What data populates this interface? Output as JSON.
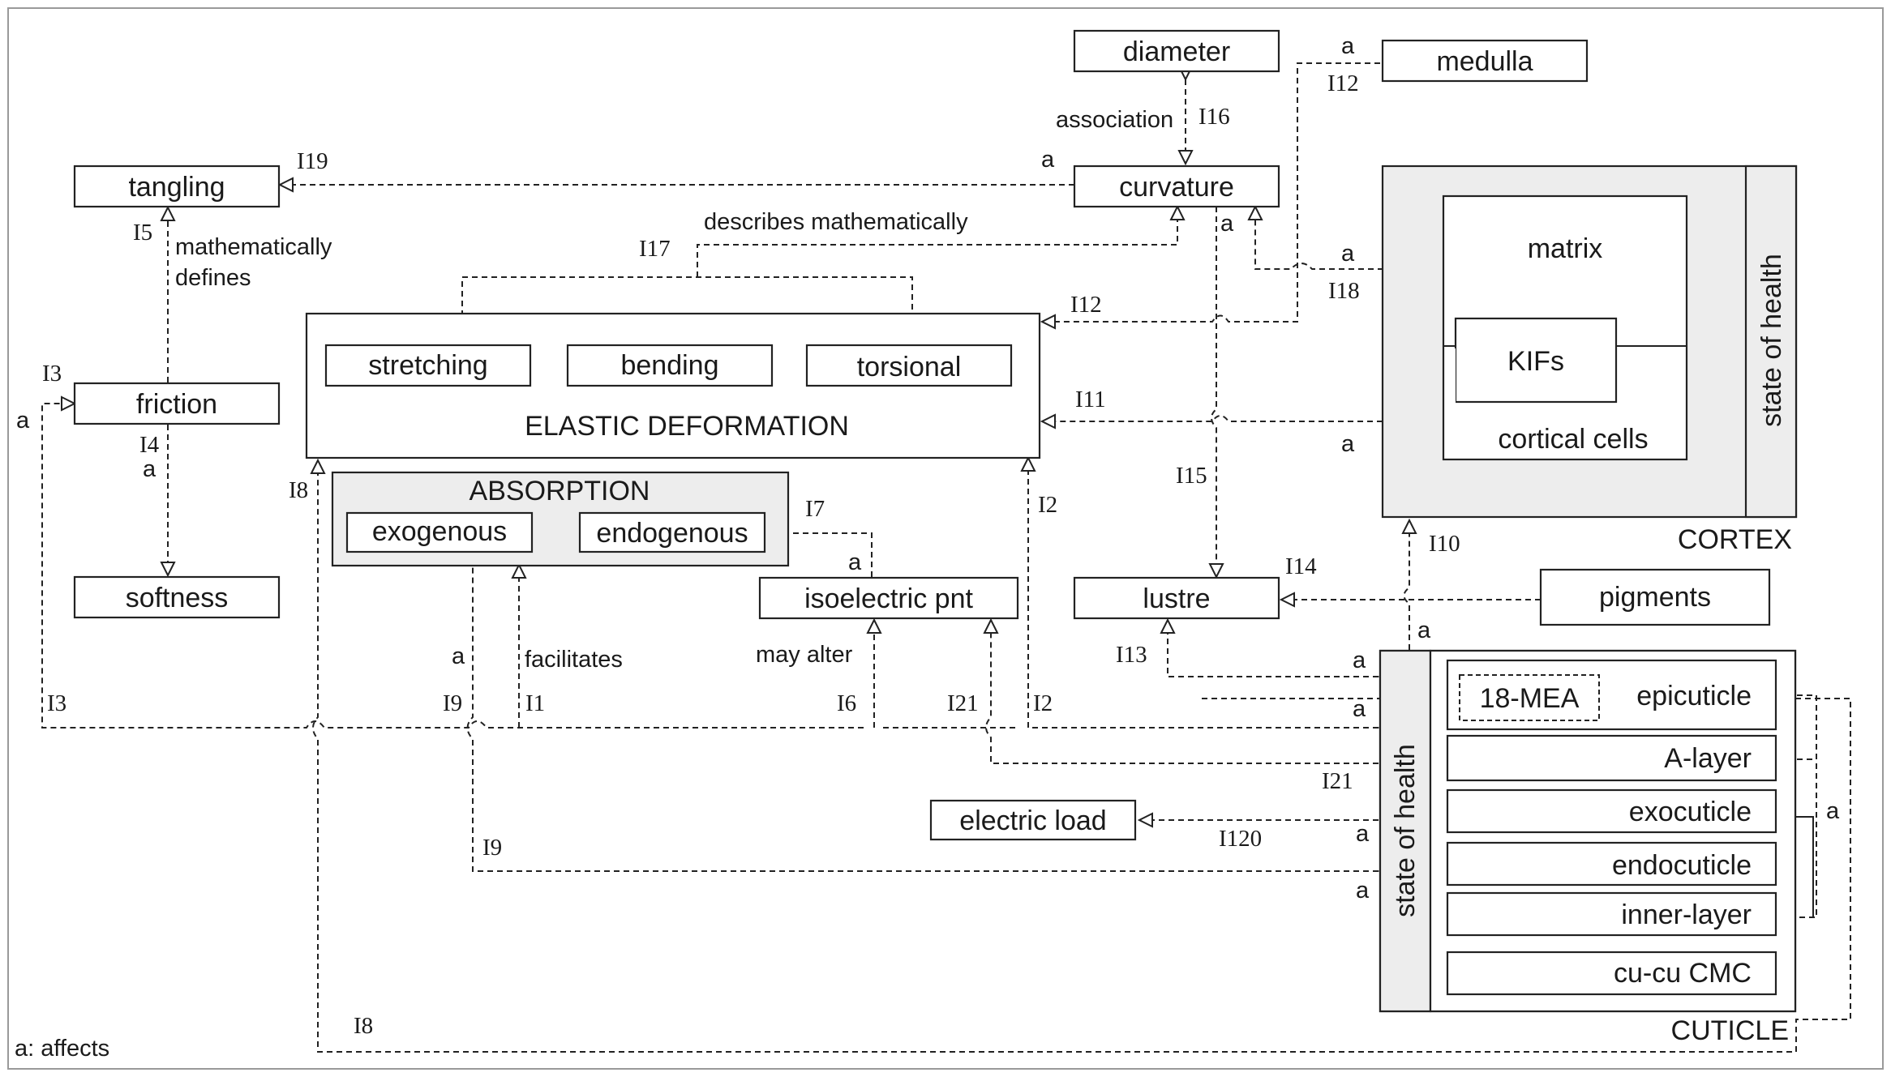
{
  "legend": "a: affects",
  "nodes": {
    "diameter": "diameter",
    "medulla": "medulla",
    "curvature": "curvature",
    "tangling": "tangling",
    "friction": "friction",
    "softness": "softness",
    "stretching": "stretching",
    "bending": "bending",
    "torsional": "torsional",
    "elastic_deformation": "ELASTIC DEFORMATION",
    "absorption": "ABSORPTION",
    "exogenous": "exogenous",
    "endogenous": "endogenous",
    "isoelectric": "isoelectric pnt",
    "lustre": "lustre",
    "pigments": "pigments",
    "electric_load": "electric load",
    "matrix": "matrix",
    "kifs": "KIFs",
    "cortical_cells": "cortical cells",
    "cortex_state": "state of health",
    "cortex": "CORTEX",
    "cuticle_state": "state of health",
    "mea": "18-MEA",
    "epicuticle": "epicuticle",
    "a_layer": "A-layer",
    "exocuticle": "exocuticle",
    "endocuticle": "endocuticle",
    "inner_layer": "inner-layer",
    "cucu_cmc": "cu-cu CMC",
    "cuticle": "CUTICLE"
  },
  "relations": {
    "association": "association",
    "mathematically": "mathematically",
    "defines": "defines",
    "describes": "describes mathematically",
    "facilitates": "facilitates",
    "may_alter": "may alter"
  },
  "ids": {
    "i1": "I1",
    "i2a": "I2",
    "i2b": "I2",
    "i3a": "I3",
    "i3b": "I3",
    "i4": "I4",
    "i5": "I5",
    "i6": "I6",
    "i7": "I7",
    "i8a": "I8",
    "i8b": "I8",
    "i9a": "I9",
    "i9b": "I9",
    "i10": "I10",
    "i11": "I11",
    "i12a": "I12",
    "i12b": "I12",
    "i13": "I13",
    "i14": "I14",
    "i15": "I15",
    "i16": "I16",
    "i17": "I17",
    "i18": "I18",
    "i19": "I19",
    "i21a": "I21",
    "i21b": "I21",
    "i120": "I120"
  },
  "affects": "a"
}
